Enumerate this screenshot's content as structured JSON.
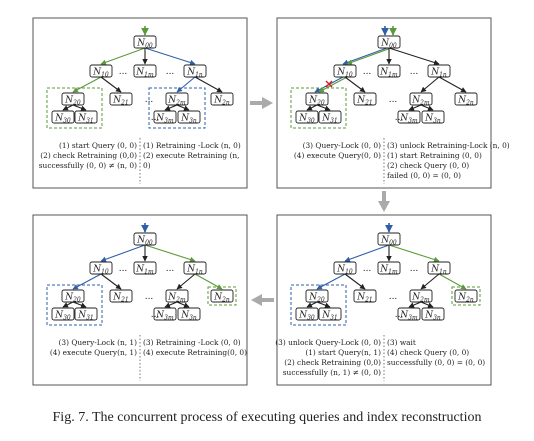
{
  "caption": "Fig. 7.  The concurrent process of executing queries and index reconstruction",
  "node_labels": {
    "N00": "N00",
    "N10": "N10",
    "N1m": "N1m",
    "N1n": "N1n",
    "N20": "N20",
    "N21": "N21",
    "N2m": "N2m",
    "N2n": "N2n",
    "N30": "N30",
    "N31": "N31",
    "N3m": "N3m",
    "N3n": "N3n"
  },
  "ellipsis": "...",
  "colors": {
    "query_arrow": "#5b9a3a",
    "retrain_arrow": "#2f5fa8",
    "black": "#222222",
    "cross": "#d02020",
    "panel_border": "#555555",
    "process_arrow": "#aaaaaa"
  },
  "panels": [
    {
      "left_text": [
        "(1) start Query (0, 0)",
        "(2) check Retraining (0,0)",
        "successfully (0, 0) ≠ (n, 0)"
      ],
      "right_text": [
        "(1) Retraining -Lock (n, 0)",
        "(2) execute Retraining (n,",
        "0)"
      ]
    },
    {
      "left_text": [
        "(3) Query-Lock (0, 0)",
        "(4) execute Query(0, 0)"
      ],
      "right_text": [
        "(3) unlock Retraining-Lock (n, 0)",
        "(1) start Retraining (0, 0)",
        "(2) check Query (0, 0)",
        "failed (0, 0) = (0, 0)"
      ]
    },
    {
      "left_text": [
        "(3) unlock Query-Lock (0, 0)",
        "(1) start Query(n, 1)",
        "(2) check Retraining (0,0)",
        "successfully (n, 1) ≠ (0, 0)"
      ],
      "right_text": [
        "(3) wait",
        "(4) check Query (0, 0)",
        "successfully (0, 0) = (0, 0)"
      ]
    },
    {
      "left_text": [
        "(3) Query-Lock (n, 1)",
        "(4) execute Query(n, 1)"
      ],
      "right_text": [
        "(3) Retraining -Lock (0, 0)",
        "(4) execute Retraining(0, 0)"
      ]
    }
  ]
}
